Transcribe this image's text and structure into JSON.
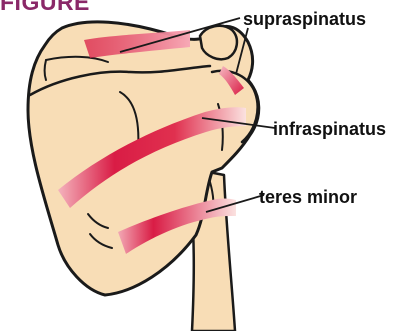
{
  "figure_tag": "FIGURE",
  "labels": {
    "supraspinatus": "supraspinatus",
    "infraspinatus": "infraspinatus",
    "teres_minor": "teres minor"
  },
  "colors": {
    "skin": "#f8ddb6",
    "outline": "#1a1a1a",
    "muscle_dark": "#d91c45",
    "muscle_light": "#fbd6d8",
    "tag": "#8a2868"
  }
}
